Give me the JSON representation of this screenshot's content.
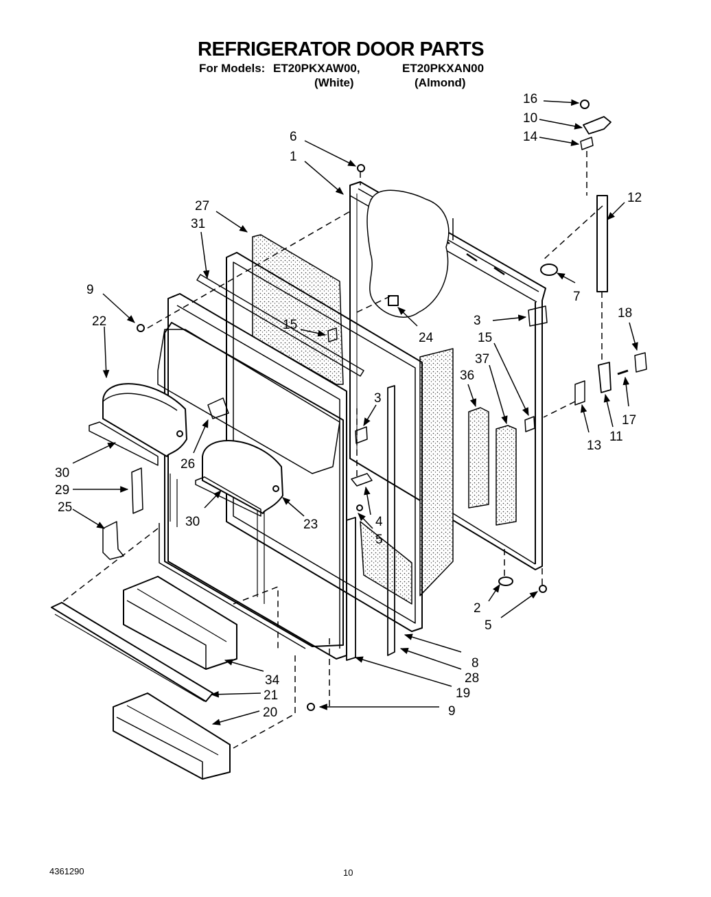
{
  "header": {
    "title": "REFRIGERATOR DOOR PARTS",
    "models_label": "For Models:",
    "models": [
      "ET20PKXAW00,",
      "ET20PKXAN00"
    ],
    "variants": [
      "(White)",
      "(Almond)"
    ]
  },
  "callouts": [
    "16",
    "10",
    "14",
    "6",
    "1",
    "12",
    "27",
    "31",
    "7",
    "9",
    "24",
    "22",
    "15",
    "3",
    "18",
    "15",
    "37",
    "36",
    "3",
    "26",
    "30",
    "29",
    "25",
    "4",
    "23",
    "5",
    "30",
    "13",
    "11",
    "17",
    "2",
    "5",
    "8",
    "28",
    "34",
    "21",
    "19",
    "20",
    "9"
  ],
  "footer": {
    "doc_number": "4361290",
    "page_number": "10"
  }
}
